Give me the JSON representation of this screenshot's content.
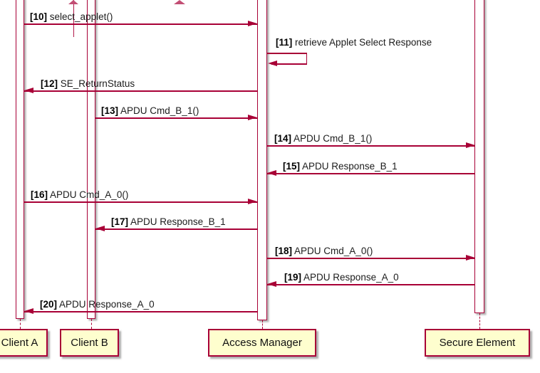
{
  "diagram": {
    "type": "uml-sequence",
    "colors": {
      "accent": "#A80036",
      "participant_fill": "#FEFECE",
      "background": "#FFFFFF"
    },
    "participants": [
      {
        "label": "Client A"
      },
      {
        "label": "Client B"
      },
      {
        "label": "Access Manager"
      },
      {
        "label": "Secure Element"
      }
    ],
    "messages": [
      {
        "num": "[10]",
        "text": "select_applet()",
        "from": "Client A",
        "to": "Access Manager"
      },
      {
        "num": "[11]",
        "text": "retrieve Applet Select Response",
        "from": "Access Manager",
        "to": "Access Manager"
      },
      {
        "num": "[12]",
        "text": "SE_ReturnStatus",
        "from": "Access Manager",
        "to": "Client A"
      },
      {
        "num": "[13]",
        "text": "APDU Cmd_B_1()",
        "from": "Client B",
        "to": "Access Manager"
      },
      {
        "num": "[14]",
        "text": "APDU Cmd_B_1()",
        "from": "Access Manager",
        "to": "Secure Element"
      },
      {
        "num": "[15]",
        "text": "APDU Response_B_1",
        "from": "Secure Element",
        "to": "Access Manager"
      },
      {
        "num": "[16]",
        "text": "APDU Cmd_A_0()",
        "from": "Client A",
        "to": "Access Manager"
      },
      {
        "num": "[17]",
        "text": "APDU Response_B_1",
        "from": "Access Manager",
        "to": "Client B"
      },
      {
        "num": "[18]",
        "text": "APDU Cmd_A_0()",
        "from": "Access Manager",
        "to": "Secure Element"
      },
      {
        "num": "[19]",
        "text": "APDU Response_A_0",
        "from": "Secure Element",
        "to": "Access Manager"
      },
      {
        "num": "[20]",
        "text": "APDU Response_A_0",
        "from": "Access Manager",
        "to": "Client A"
      }
    ]
  }
}
